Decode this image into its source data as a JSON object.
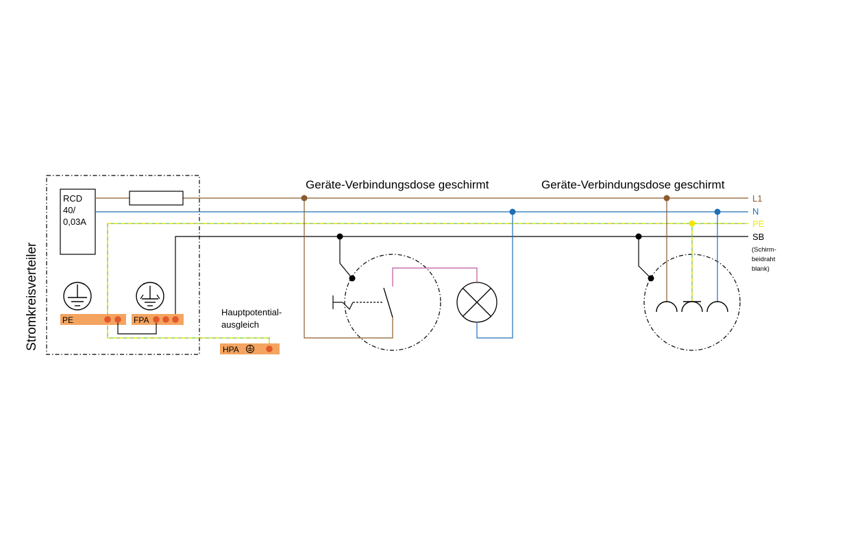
{
  "colors": {
    "l1": "#8b5a2b",
    "n": "#1f6fb5",
    "pe_green": "#6cc04a",
    "pe_yellow": "#f2e600",
    "sb": "#000000",
    "bar": "#f4a460",
    "terminal": "#e2582a",
    "switch_lamp": "#c2559b"
  },
  "distributor": {
    "title": "Stromkreisverteiler",
    "rcd_line1": "RCD",
    "rcd_line2": "40/",
    "rcd_line3": "0,03A",
    "pe_bar_label": "PE",
    "fpa_bar_label": "FPA"
  },
  "hpa": {
    "label_line1": "Hauptpotential-",
    "label_line2": "ausgleich",
    "bar_label": "HPA"
  },
  "boxes": [
    {
      "title": "Geräte-Verbindungsdose geschirmt"
    },
    {
      "title": "Geräte-Verbindungsdose geschirmt"
    }
  ],
  "lines": {
    "l1": "L1",
    "n": "N",
    "pe": "PE",
    "sb": "SB",
    "sb_note_1": "(Schirm-",
    "sb_note_2": "beidraht",
    "sb_note_3": "blank)"
  },
  "icons": {
    "pe_symbol": "protective-earth-icon",
    "fpa_symbol": "functional-earth-icon",
    "hpa_symbol": "earth-small-icon",
    "lamp": "lamp-icon",
    "switch": "switch-icon",
    "socket": "socket-icon"
  }
}
